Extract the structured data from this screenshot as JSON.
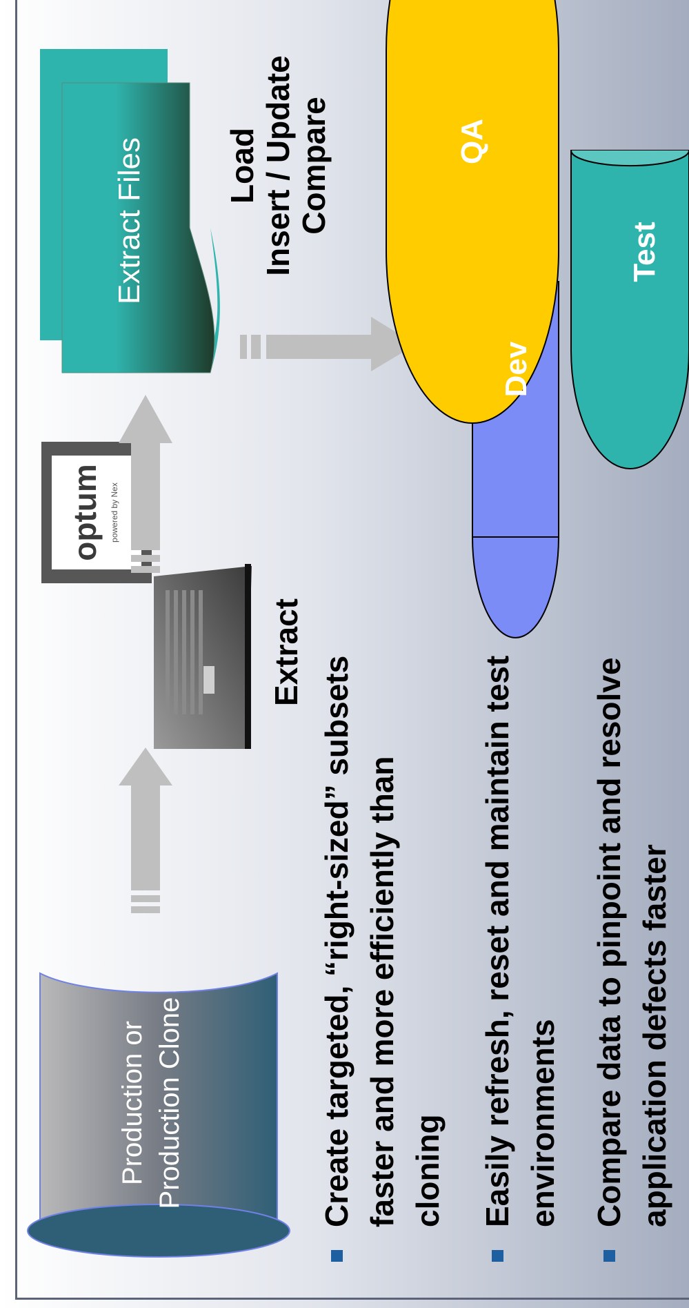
{
  "diagram": {
    "production": {
      "label_line1": "Production or",
      "label_line2": "Production Clone"
    },
    "extract_files": {
      "label": "Extract Files"
    },
    "laptop": {
      "logo_text": "optum",
      "logo_subtext": "powered by Nex"
    },
    "extract_label": "Extract",
    "load_labels": [
      "Load",
      "Insert / Update",
      "Compare"
    ],
    "targets": [
      {
        "label": "Dev",
        "color": "#7b8cf6"
      },
      {
        "label": "QA",
        "color": "#ffcc00"
      },
      {
        "label": "Test",
        "color": "#2fb4ad"
      }
    ],
    "colors": {
      "arrow": "#bfbfbf",
      "bullet": "#1d5fa0",
      "extract_files": "#2fb4ad",
      "production": "#2f5f76"
    }
  },
  "bullets": [
    {
      "line1": "Create targeted, “right-sized” subsets",
      "line2": "faster and more efficiently than",
      "line3": "cloning"
    },
    {
      "line1": "Easily refresh, reset and maintain test",
      "line2": "environments"
    },
    {
      "line1": "Compare data to pinpoint and resolve",
      "line2": "application defects faster"
    }
  ]
}
